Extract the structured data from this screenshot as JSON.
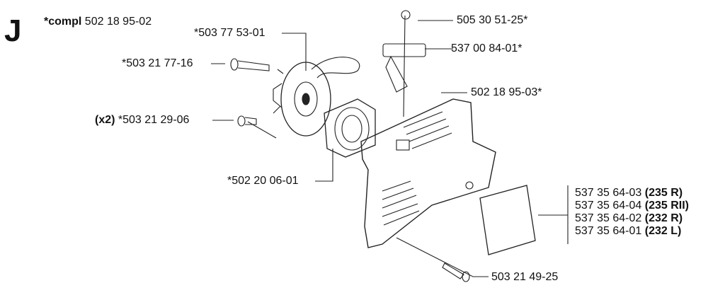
{
  "section_letter": "J",
  "complete_label": {
    "prefix": "*compl",
    "number": "502 18 95-02"
  },
  "parts": {
    "p1": "*503 77 53-01",
    "p2": "*503 21 77-16",
    "p3_qty": "(x2)",
    "p3": "*503 21 29-06",
    "p4": "*502 20 06-01",
    "p5": "505 30 51-25*",
    "p6": "537 00 84-01*",
    "p7": "502 18 95-03*",
    "p8": "503 21 49-25"
  },
  "variants": [
    {
      "number": "537 35 64-03",
      "model": "(235 R)"
    },
    {
      "number": "537 35 64-04",
      "model": "(235 RII)"
    },
    {
      "number": "537 35 64-02",
      "model": "(232 R)"
    },
    {
      "number": "537 35 64-01",
      "model": "(232 L)"
    }
  ]
}
